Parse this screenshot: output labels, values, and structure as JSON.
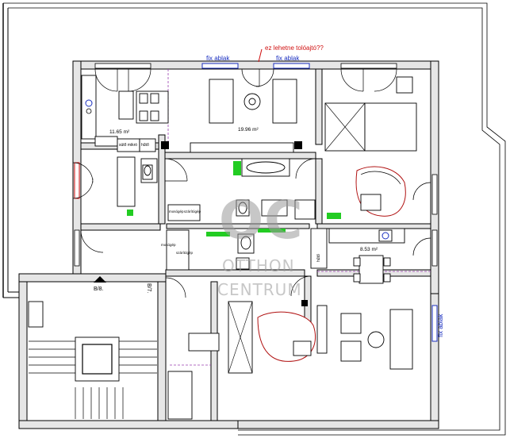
{
  "labels": {
    "note": "ez lehetne tolóajtó??",
    "fix_ablak_1": "fix ablak",
    "fix_ablak_2": "fix ablak",
    "fix_ablak_3": "fix ablak",
    "area_kitchen": "11.65 m²",
    "area_living": "19.96 m²",
    "area_dining": "8.53 m²",
    "stair_b8": "B/8.",
    "stair_b7": "B/7.",
    "appliance_1": "sütő mikró",
    "appliance_2": "hűtő",
    "appliance_3": "hűtő",
    "appliance_4": "mosógép",
    "appliance_5": "szárítógép",
    "appliance_6": "mosógép",
    "appliance_7": "szárítógép"
  },
  "watermark": {
    "logo": "OC",
    "line1": "OTTHON",
    "line2": "CENTRUM"
  },
  "colors": {
    "note": "#d01010",
    "window_label": "#1a2fbf",
    "accent_green": "#22cc22",
    "door_red": "#d01010",
    "dashed_purple": "#9a3fb0"
  }
}
